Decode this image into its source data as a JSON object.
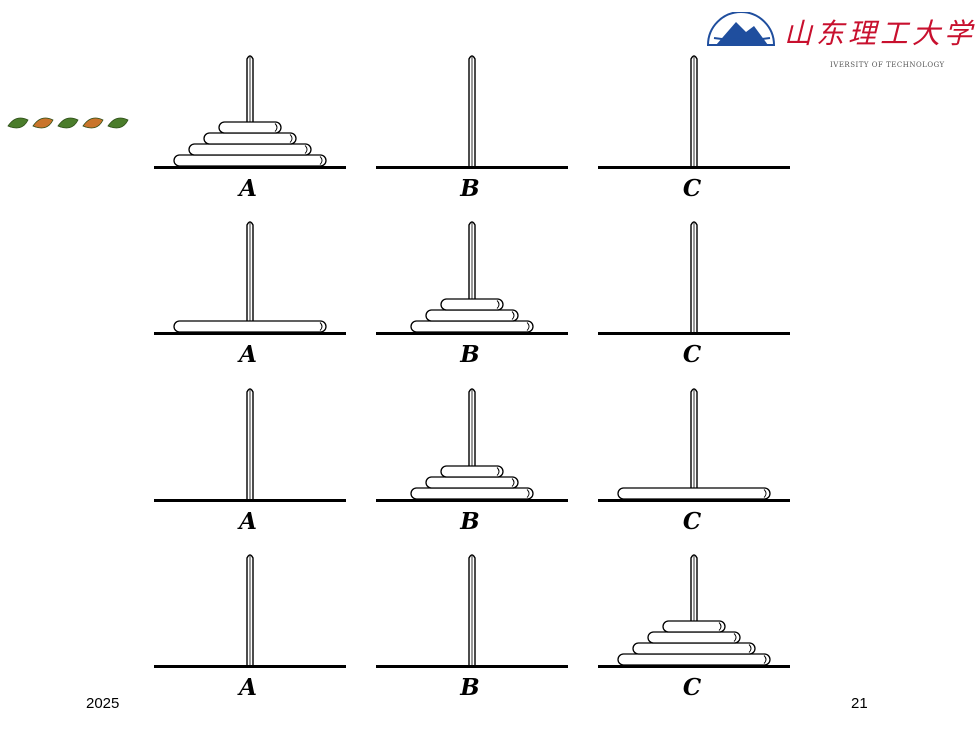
{
  "title": "",
  "figure": {
    "type": "tower-of-hanoi-states",
    "pegs": [
      "A",
      "B",
      "C"
    ],
    "disk_count": 4,
    "states": [
      {
        "A": [
          4,
          3,
          2,
          1
        ],
        "B": [],
        "C": []
      },
      {
        "A": [
          4
        ],
        "B": [
          3,
          2,
          1
        ],
        "C": []
      },
      {
        "A": [],
        "B": [
          3,
          2,
          1
        ],
        "C": [
          4
        ]
      },
      {
        "A": [],
        "B": [],
        "C": [
          4,
          3,
          2,
          1
        ]
      }
    ]
  },
  "logo": {
    "name_script": "山东理工大学",
    "subtitle": "IVERSITY OF TECHNOLOGY"
  },
  "footer": {
    "date": "2025",
    "page": "21"
  },
  "colors": {
    "line": "#000000",
    "logo_red": "#c8102e",
    "emblem_blue": "#1f4e9e",
    "leaf_green": "#4a7c2a",
    "leaf_orange": "#c9742b"
  }
}
